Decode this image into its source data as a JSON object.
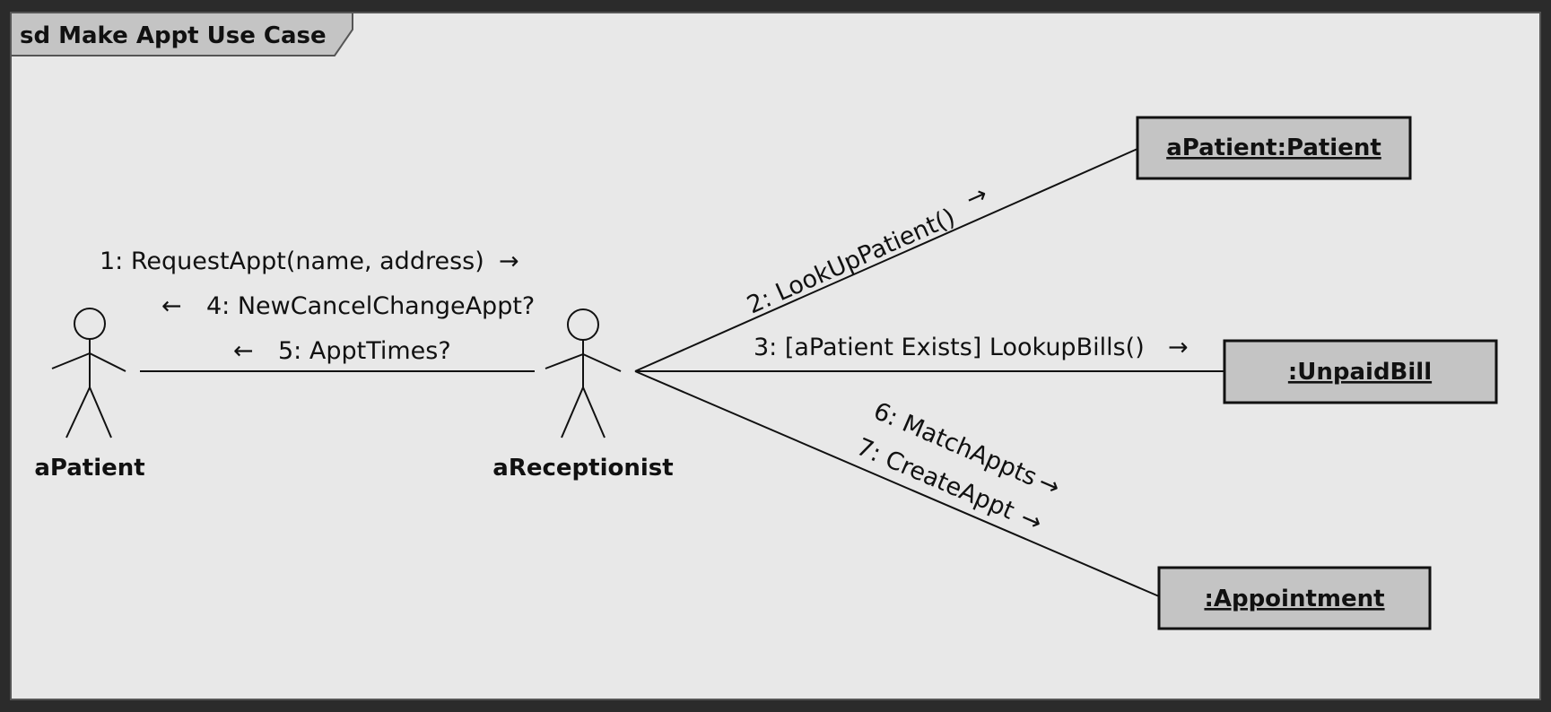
{
  "frame": {
    "title": "sd Make Appt Use Case"
  },
  "actors": {
    "patient": {
      "name": "aPatient"
    },
    "receptionist": {
      "name": "aReceptionist"
    }
  },
  "objects": {
    "patient_obj": {
      "name": "aPatient:Patient"
    },
    "unpaid_bill": {
      "name": ":UnpaidBill"
    },
    "appointment": {
      "name": ":Appointment"
    }
  },
  "messages": {
    "m1": "1: RequestAppt(name, address)",
    "m4": "4: NewCancelChangeAppt?",
    "m5": "5: ApptTimes?",
    "m2": "2: LookUpPatient()",
    "m3": "3: [aPatient Exists] LookupBills()",
    "m6": "6: MatchAppts",
    "m7": "7: CreateAppt"
  },
  "arrow_glyphs": {
    "right": "→",
    "left": "←"
  },
  "colors": {
    "outer_background": "#2b2b2b",
    "canvas": "#e8e8e8",
    "object_fill": "#c4c4c4",
    "frame_tab_fill": "#c4c4c4",
    "line": "#111111"
  }
}
